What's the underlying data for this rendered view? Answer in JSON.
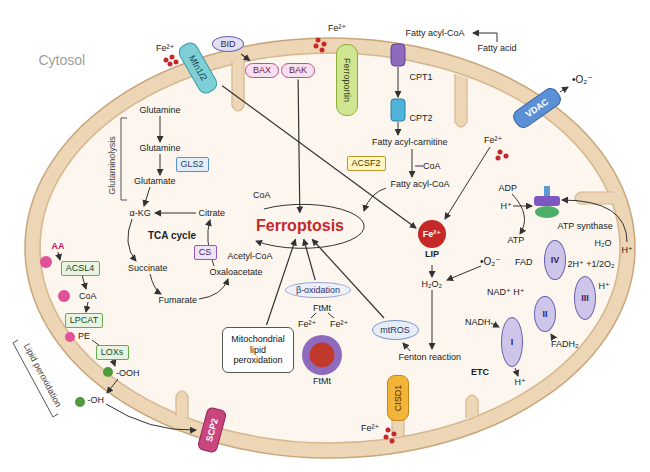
{
  "diagram": {
    "nodes": [
      {
        "text": [
          "BID"
        ]
      },
      {
        "text": [
          "BAX"
        ]
      },
      {
        "text": [
          "BAK"
        ]
      },
      {
        "text": [
          "Mfn1/2"
        ]
      },
      {
        "text": [
          "Ferroportin"
        ]
      },
      {
        "text": [
          "ACSF2"
        ]
      },
      {
        "text": [
          "VDAC"
        ]
      },
      {
        "text": [
          "Ferroptosis"
        ]
      },
      {
        "text": [
          "GLS2"
        ]
      },
      {
        "text": [
          "CS"
        ]
      },
      {
        "text": [
          "ACSL4"
        ]
      },
      {
        "text": [
          "LPCAT"
        ]
      },
      {
        "text": [
          "LOXs"
        ]
      },
      {
        "text": [
          "Fe²⁺",
          "LIP"
        ]
      },
      {
        "text": [
          "mtROS"
        ]
      },
      {
        "text": [
          "β-oxidation"
        ]
      },
      {
        "text": [
          "Mitochondrial lipid peroxidation"
        ]
      },
      {
        "text": [
          "FtMt"
        ]
      },
      {
        "text": [
          "SCP2"
        ]
      },
      {
        "text": [
          "CISD1"
        ]
      },
      {
        "text": [
          "I"
        ]
      },
      {
        "text": [
          "II"
        ]
      },
      {
        "text": [
          "III"
        ]
      },
      {
        "text": [
          "IV"
        ]
      }
    ],
    "edges": [
      {
        "from": 0,
        "to": 1,
        "arrow": "to"
      },
      {
        "from": 2,
        "to": 7,
        "arrow": "to"
      },
      {
        "from": 3,
        "to": 13,
        "arrow": "to"
      },
      {
        "from": 14,
        "to": 7,
        "arrow": "to"
      },
      {
        "from": 15,
        "to": 7,
        "arrow": "to"
      },
      {
        "from": 16,
        "to": 7,
        "arrow": "to"
      }
    ],
    "labels": [
      "Cytosol",
      "Fe²⁺",
      "Fe²⁺",
      "Fatty acyl-CoA",
      "Fatty acid",
      "CPT1",
      "CPT2",
      "Fatty acyl-carnitine",
      "CoA",
      "Fatty acyl-CoA",
      "•O₂⁻",
      "Fe²⁺",
      "ADP",
      "H⁺",
      "ATP synthase",
      "ATP",
      "H₂O",
      "H⁺",
      "FAD",
      "2H⁺ +1/2O₂",
      "•O₂⁻",
      "NAD⁺ H⁺",
      "H⁺",
      "NADH",
      "FADH₂",
      "H⁺",
      "ETC",
      "H₂O₂",
      "Fenton reaction",
      "Fe²⁺",
      "FtMt",
      "Fe²⁺",
      "Fe²⁺",
      "Acetyl-CoA",
      "CoA",
      "Citrate",
      "Oxaloacetate",
      "TCA cycle",
      "Succinate",
      "Fumarate",
      "α-KG",
      "Glutamate",
      "Glutamine",
      "Glutamine",
      "Glutaminolysis",
      "AA",
      "CoA",
      "PE",
      "-OOH",
      "-OH",
      "Lipid peroxidation"
    ]
  }
}
